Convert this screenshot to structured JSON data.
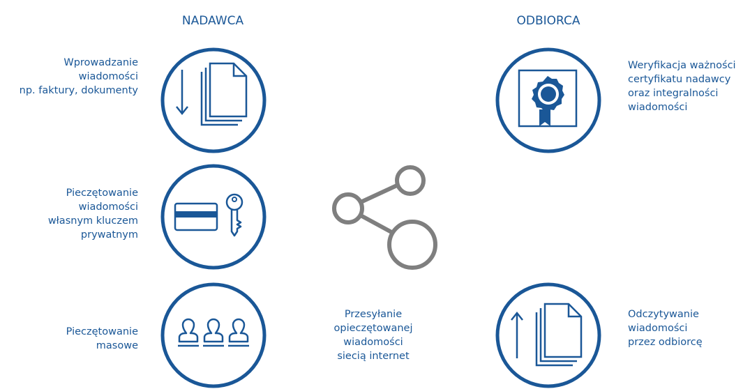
{
  "headers": {
    "sender": "NADAWCA",
    "receiver": "ODBIORCA"
  },
  "sender_steps": [
    {
      "icon": "document-input-icon",
      "lines": [
        "Wprowadzanie",
        "wiadomości",
        "np. faktury, dokumenty"
      ]
    },
    {
      "icon": "card-and-key-icon",
      "lines": [
        "Pieczętowanie",
        "wiadomości",
        "własnym kluczem",
        "prywatnym"
      ]
    },
    {
      "icon": "stamps-icon",
      "lines": [
        "Pieczętowanie",
        "masowe"
      ]
    }
  ],
  "receiver_steps": [
    {
      "icon": "certificate-icon",
      "lines": [
        "Weryfikacja ważności",
        "certyfikatu nadawcy",
        "oraz integralności",
        "wiadomości"
      ]
    },
    {
      "icon": "document-output-icon",
      "lines": [
        "Odczytywanie",
        "wiadomości",
        "przez odbiorcę"
      ]
    }
  ],
  "transfer": {
    "icon": "share-icon",
    "lines": [
      "Przesyłanie",
      "opieczętowanej",
      "wiadomości",
      "siecią internet"
    ]
  },
  "colors": {
    "primary": "#1a5797",
    "share_gray": "#7f7f7f"
  }
}
